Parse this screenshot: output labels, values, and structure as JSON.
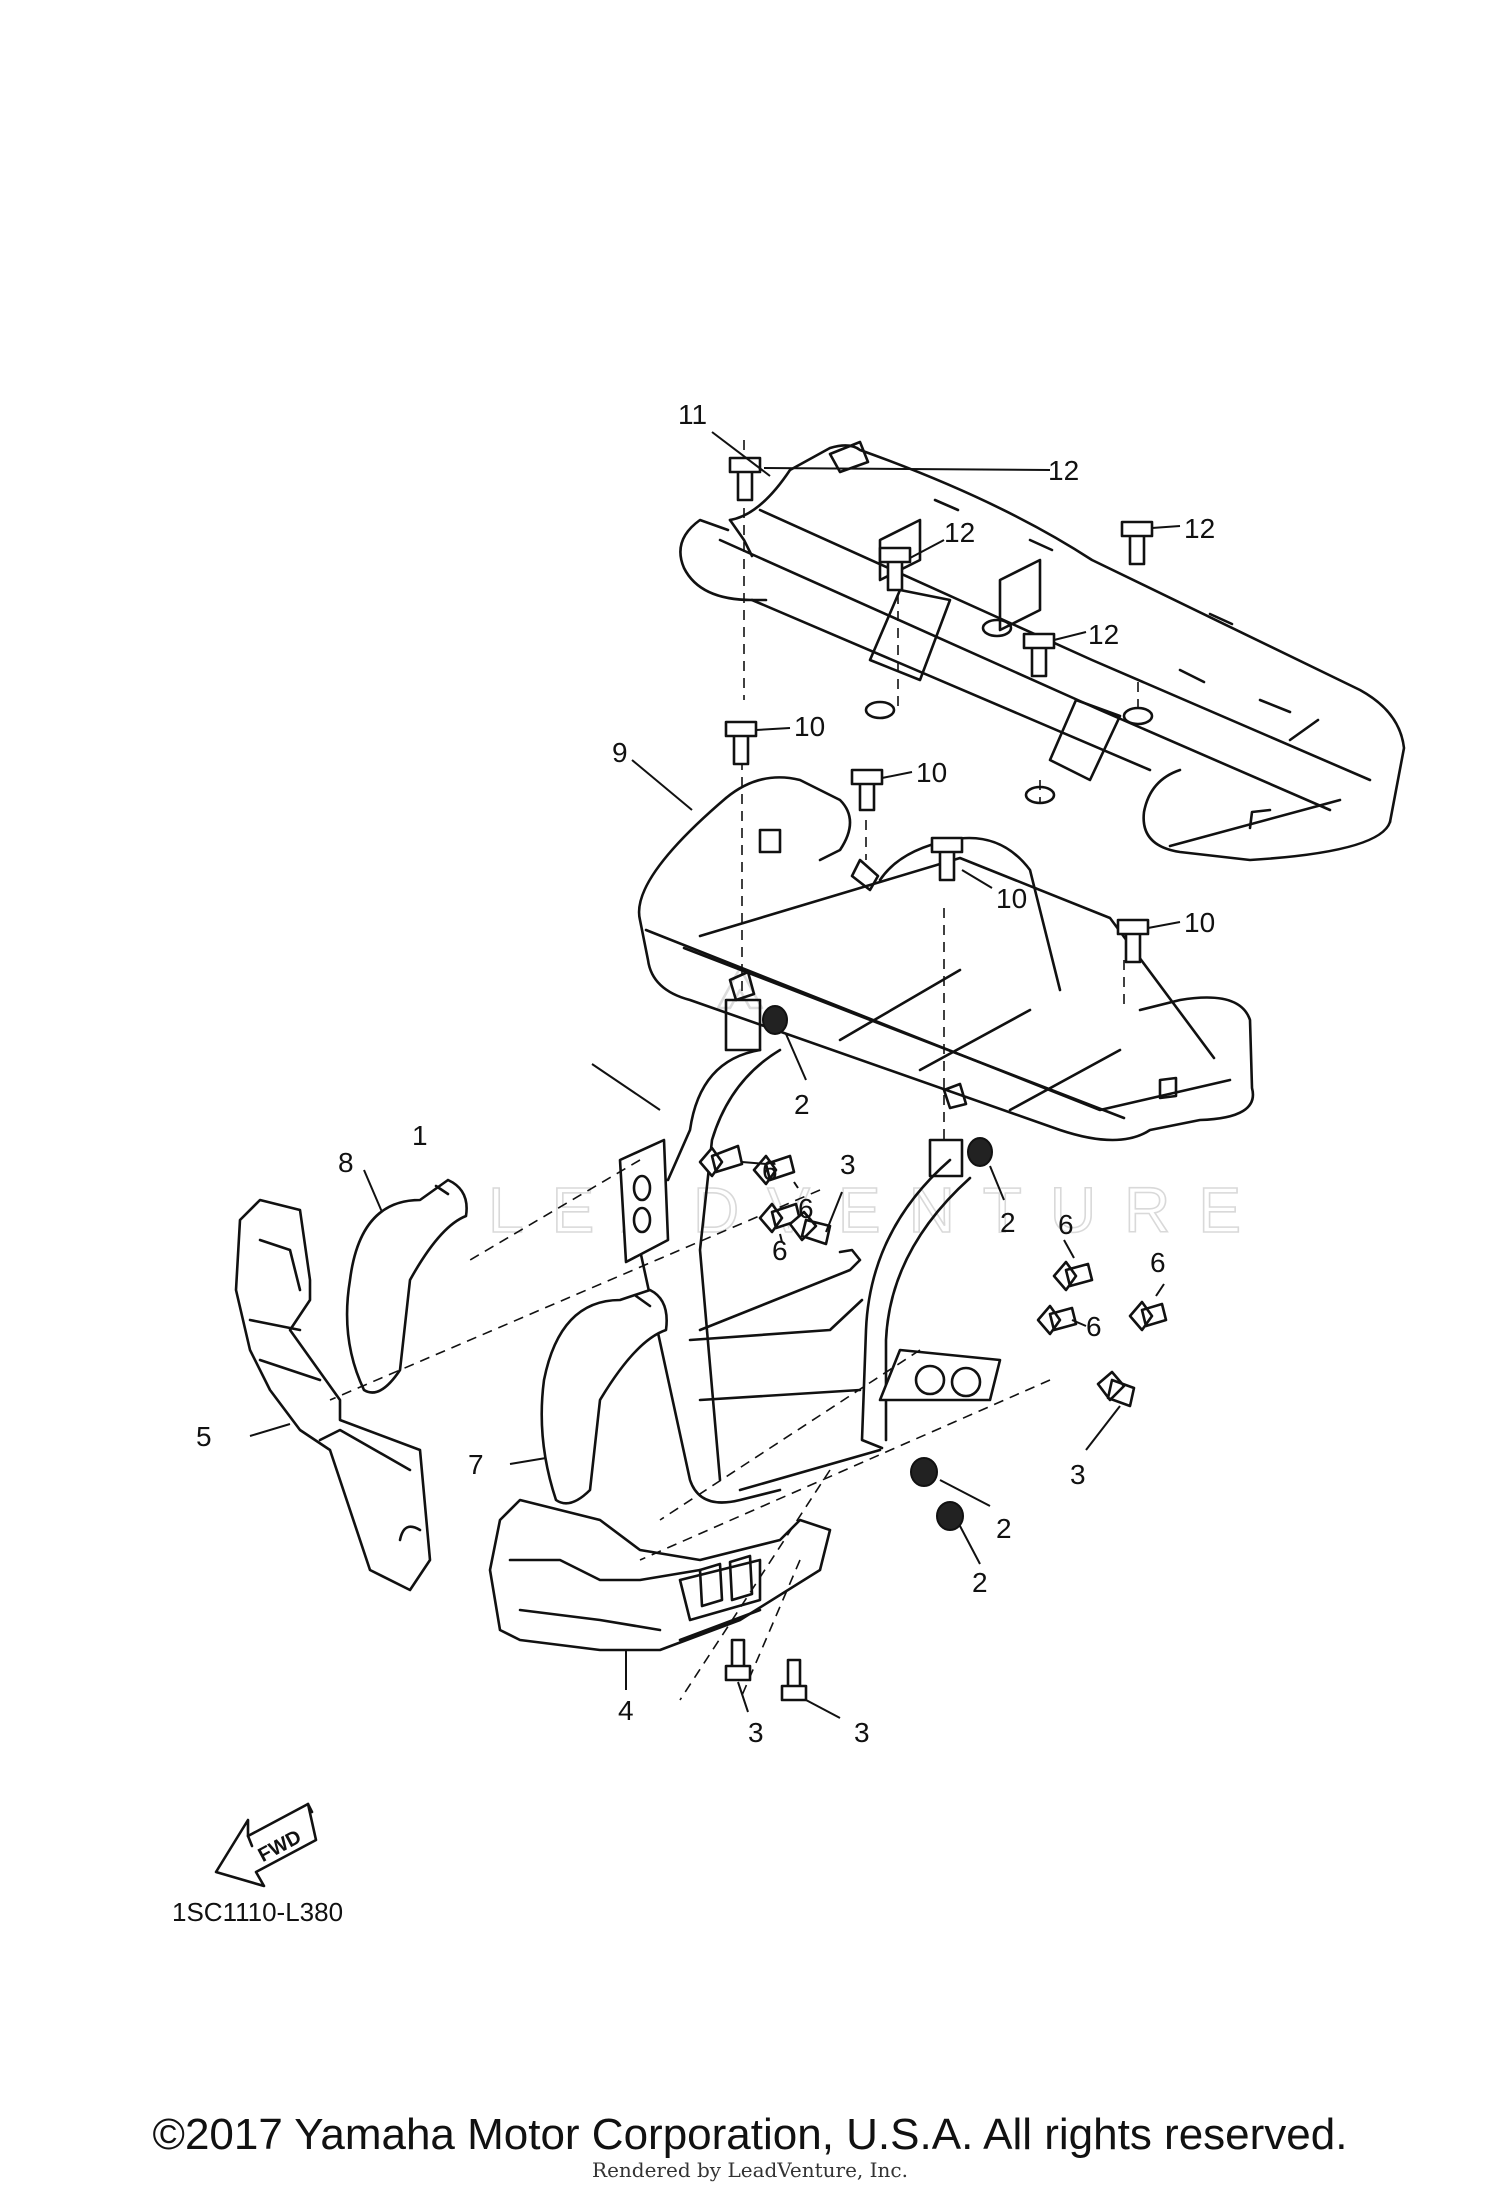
{
  "callouts": [
    "1",
    "2",
    "2",
    "2",
    "2",
    "3",
    "3",
    "3",
    "3",
    "4",
    "5",
    "6",
    "6",
    "6",
    "6",
    "6",
    "6",
    "7",
    "8",
    "9",
    "10",
    "10",
    "10",
    "10",
    "11",
    "12",
    "12",
    "12",
    "12"
  ],
  "fwd_label": "FWD",
  "watermark_text": "LEADVENTURE",
  "diagram_code": "1SC1110-L380",
  "copyright": "©2017 Yamaha Motor Corporation, U.S.A. All rights reserved.",
  "rendered_by": "Rendered by LeadVenture, Inc.",
  "colors": {
    "line": "#111111",
    "background": "#ffffff",
    "watermark": "#d9d9d9"
  }
}
